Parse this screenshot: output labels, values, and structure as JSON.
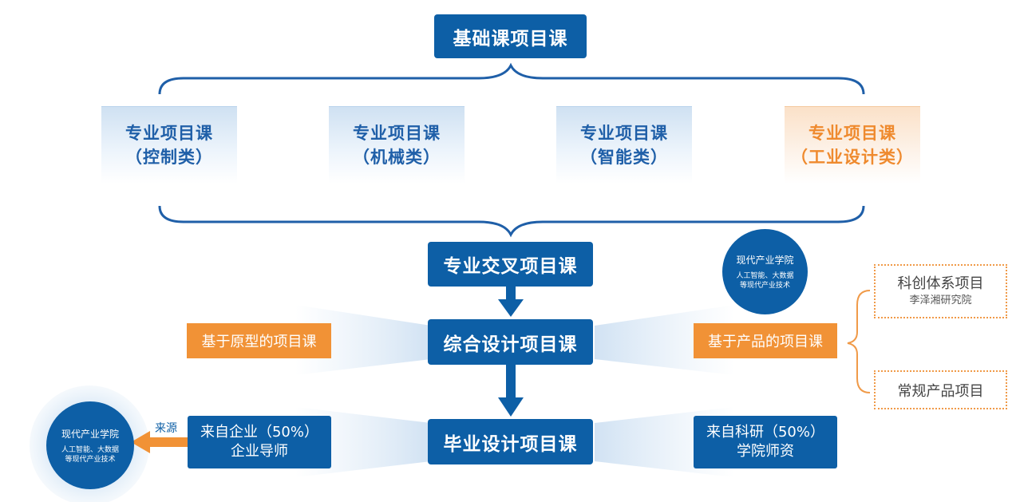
{
  "top": {
    "title": "基础课项目课"
  },
  "categories": [
    {
      "line1": "专业项目课",
      "line2": "（控制类）"
    },
    {
      "line1": "专业项目课",
      "line2": "（机械类）"
    },
    {
      "line1": "专业项目课",
      "line2": "（智能类）"
    },
    {
      "line1": "专业项目课",
      "line2": "（工业设计类）"
    }
  ],
  "flow": {
    "cross": "专业交叉项目课",
    "comprehensive": "综合设计项目课",
    "graduation": "毕业设计项目课"
  },
  "side": {
    "prototype": "基于原型的项目课",
    "product": "基于产品的项目课",
    "enterprise": {
      "line1": "来自企业（50%）",
      "line2": "企业导师"
    },
    "research": {
      "line1": "来自科研（50%）",
      "line2": "学院师资"
    },
    "source_label": "来源"
  },
  "circle_right": {
    "title": "现代产业学院",
    "sub1": "人工智能、大数据",
    "sub2": "等现代产业技术"
  },
  "circle_left": {
    "title": "现代产业学院",
    "sub1": "人工智能、大数据",
    "sub2": "等现代产业技术"
  },
  "projects": {
    "innovation": {
      "line1": "科创体系项目",
      "line2": "李泽湘研究院"
    },
    "regular": "常规产品项目"
  },
  "colors": {
    "blue": "#0d5fa6",
    "orange": "#f19236",
    "light_blue": "#cfe1f2"
  }
}
